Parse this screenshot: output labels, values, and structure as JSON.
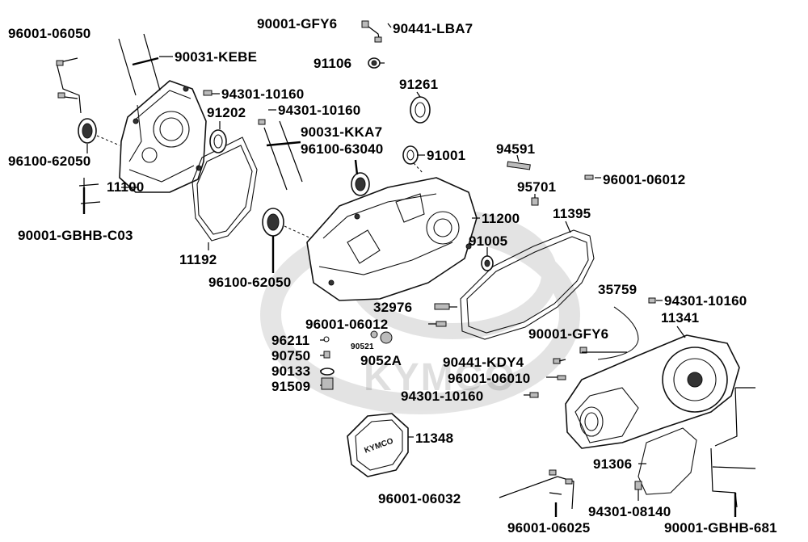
{
  "watermark": "KYMCO",
  "cover_logo": "KYMCO",
  "labels": [
    "96001-06050",
    "90031-KEBE",
    "96100-62050",
    "11100",
    "90001-GBHB-C03",
    "94301-10160",
    "91202",
    "94301-10160",
    "90031-KKA7",
    "96100-63040",
    "91001",
    "11192",
    "96100-62050",
    "11200",
    "90001-GFY6",
    "90441-LBA7",
    "91106",
    "91261",
    "94591",
    "96001-06012",
    "95701",
    "11395",
    "91005",
    "35759",
    "94301-10160",
    "11341",
    "32976",
    "96001-06012",
    "96211",
    "90750",
    "90133",
    "91509",
    "90521",
    "9052A",
    "90001-GFY6",
    "90441-KDY4",
    "96001-06010",
    "94301-10160",
    "11348",
    "91306",
    "96001-06032",
    "94301-08140",
    "96001-06025",
    "90001-GBHB-681"
  ]
}
